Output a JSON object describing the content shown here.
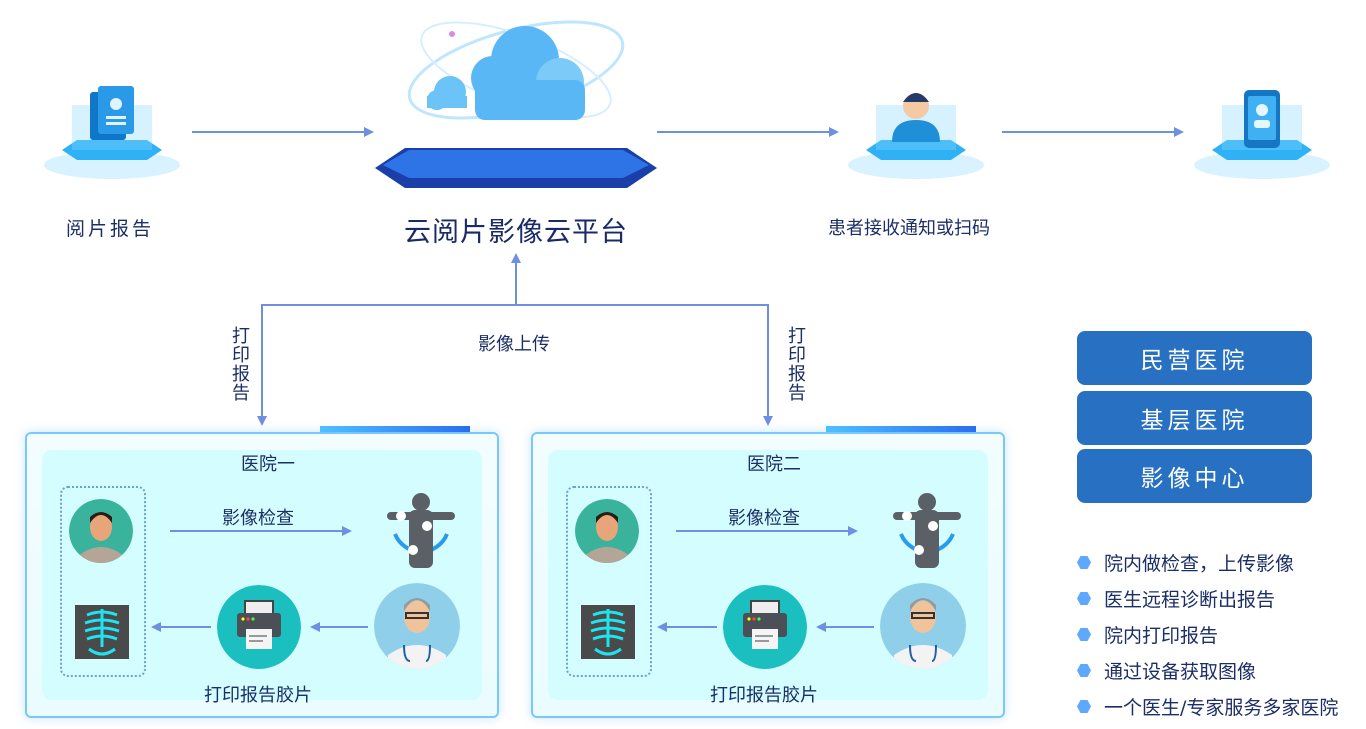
{
  "top_flow": {
    "step1_label": "阅片报告",
    "platform_title": "云阅片影像云平台",
    "step3_label": "患者接收通知或扫码"
  },
  "connectors": {
    "upload_label": "影像上传",
    "left_print_label": "打印报告",
    "right_print_label": "打印报告"
  },
  "hospitals": [
    {
      "title": "医院一",
      "exam_label": "影像检查",
      "print_label": "打印报告胶片"
    },
    {
      "title": "医院二",
      "exam_label": "影像检查",
      "print_label": "打印报告胶片"
    }
  ],
  "categories": [
    "民营医院",
    "基层医院",
    "影像中心"
  ],
  "features": [
    "院内做检查，上传影像",
    "医生远程诊断出报告",
    "院内打印报告",
    "通过设备获取图像",
    "一个医生/专家服务多家医院"
  ],
  "colors": {
    "accent": "#2770c2",
    "arrow": "#6f8fe0",
    "bullet": "#5ea8ff",
    "teal": "#1bbfbf"
  }
}
